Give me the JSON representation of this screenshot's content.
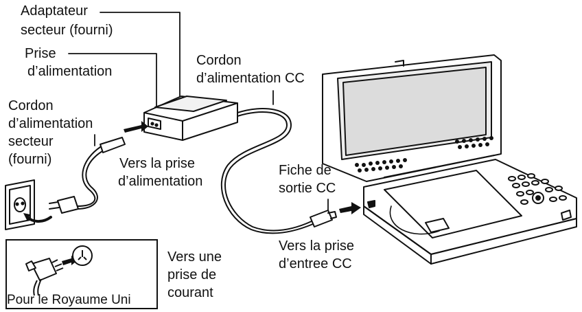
{
  "labels": {
    "adapter_line1": "Adaptateur",
    "adapter_line2": "secteur (fourni)",
    "plug_line1": "Prise",
    "plug_line2": "d’alimentation",
    "dc_cord_line1": "Cordon",
    "dc_cord_line2": "d’alimentation CC",
    "ac_cord_line1": "Cordon",
    "ac_cord_line2": "d’alimentation",
    "ac_cord_line3": "secteur",
    "ac_cord_line4": "(fourni)",
    "to_power_line1": "Vers la prise",
    "to_power_line2": "d’alimentation",
    "dc_out_line1": "Fiche de",
    "dc_out_line2": "sortie CC",
    "dc_in_line1": "Vers la prise",
    "dc_in_line2": "d’entree CC",
    "outlet_line1": "Vers une",
    "outlet_line2": "prise de",
    "outlet_line3": "courant",
    "uk_caption": "Pour le Royaume Uni"
  },
  "colors": {
    "ink": "#111111",
    "paper": "#ffffff",
    "screen": "#d9d9d9"
  },
  "icons": [
    "power-adapter-icon",
    "wall-outlet-icon",
    "uk-plug-icon",
    "portable-dvd-player-icon"
  ]
}
